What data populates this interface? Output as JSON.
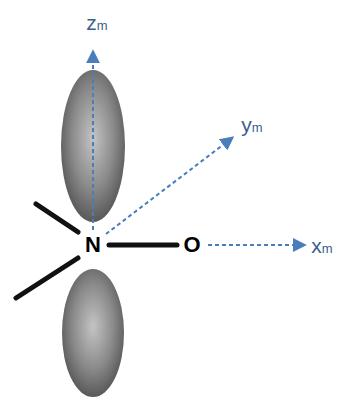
{
  "diagram": {
    "labels": [
      "zm",
      "ym",
      "N",
      "O",
      "xm"
    ]
  }
}
